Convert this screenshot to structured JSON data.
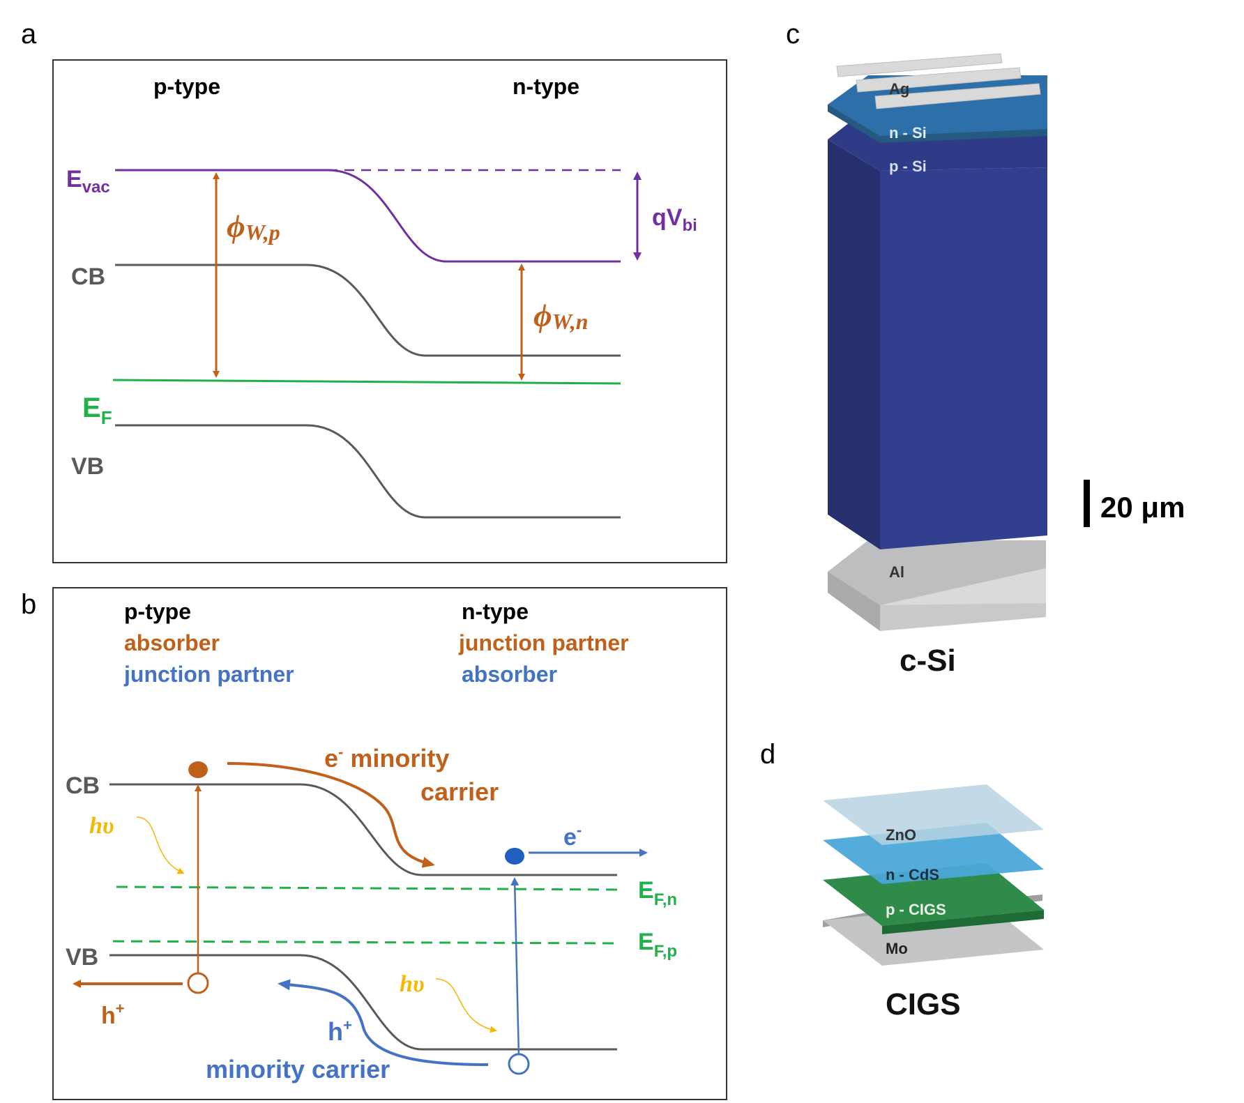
{
  "panels": {
    "a": {
      "letter": "a",
      "p_type": "p-type",
      "n_type": "n-type",
      "evac_main": "E",
      "evac_sub": "vac",
      "cb": "CB",
      "vb": "VB",
      "ef_main": "E",
      "ef_sub": "F",
      "phi_wp_main": "ϕ",
      "phi_wp_sub": "W,p",
      "phi_wn_main": "ϕ",
      "phi_wn_sub": "W,n",
      "qvbi_main": "qV",
      "qvbi_sub": "bi"
    },
    "b": {
      "letter": "b",
      "p_type": "p-type",
      "p_role1": "absorber",
      "p_role2": "junction partner",
      "n_type": "n-type",
      "n_role1": "junction partner",
      "n_role2": "absorber",
      "cb": "CB",
      "vb": "VB",
      "hv_left": "hυ",
      "hv_right": "hυ",
      "e_minority_1": "e",
      "e_minority_sup": "-",
      "e_minority_2": " minority",
      "e_minority_3": "carrier",
      "e_right": "e",
      "e_right_sup": "-",
      "h_left": "h",
      "h_left_sup": "+",
      "h_minority": "h",
      "h_minority_sup": "+",
      "h_minority_2": "minority carrier",
      "efn_main": "E",
      "efn_sub": "F,n",
      "efp_main": "E",
      "efp_sub": "F,p"
    },
    "c": {
      "letter": "c",
      "layers": [
        "Ag",
        "n - Si",
        "p - Si",
        "Al"
      ],
      "scale": "20 μm",
      "title": "c-Si"
    },
    "d": {
      "letter": "d",
      "layers": [
        "ZnO",
        "n - CdS",
        "p - CIGS",
        "Mo"
      ],
      "title": "CIGS"
    }
  },
  "colors": {
    "orange": "#C0601A",
    "purple": "#7030A0",
    "green": "#22B04B",
    "blue": "#4472C4",
    "gray": "#595959",
    "yellow": "#F5B800",
    "si_blue": "#2F3F8C",
    "cigs_green": "#2E8B4A",
    "cds_blue": "#4AA8D8"
  }
}
